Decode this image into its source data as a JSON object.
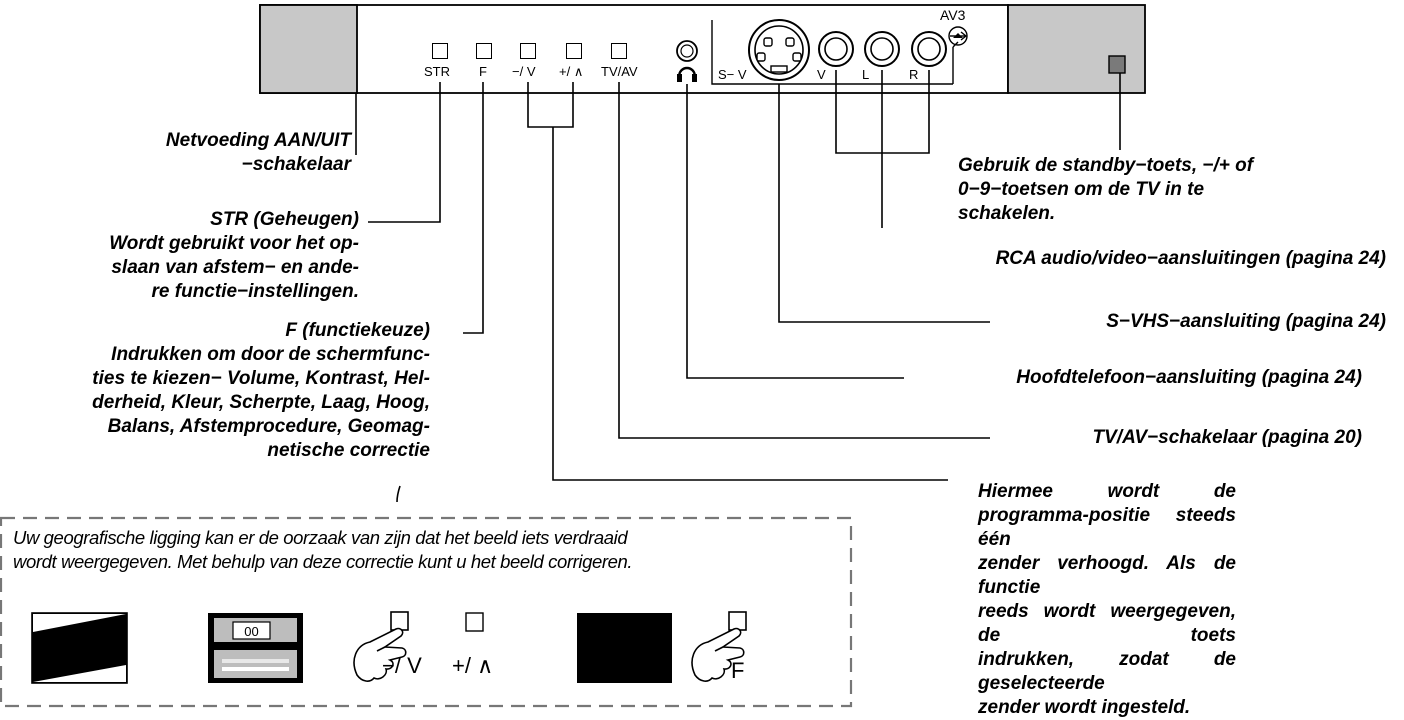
{
  "panel": {
    "buttons": [
      {
        "id": "str",
        "label": "STR"
      },
      {
        "id": "f",
        "label": "F"
      },
      {
        "id": "minus",
        "label": "−/ V"
      },
      {
        "id": "plus",
        "label": "+/ ∧"
      },
      {
        "id": "tvav",
        "label": "TV/AV"
      }
    ],
    "jacks": {
      "svideo": "S− V",
      "v": "V",
      "l": "L",
      "r": "R",
      "av3": "AV3"
    }
  },
  "callouts": {
    "power": [
      "Netvoeding AAN/UIT",
      "−schakelaar"
    ],
    "str": [
      "STR (Geheugen)",
      "Wordt gebruikt voor het op-",
      "slaan van afstem− en ande-",
      "re functie−instellingen."
    ],
    "f": [
      "F (functiekeuze)",
      "Indrukken om door de schermfunc-",
      "ties te kiezen− Volume, Kontrast, Hel-",
      "derheid, Kleur, Scherpte, Laag, Hoog,",
      "Balans, Afstemprocedure, Geomag-",
      "netische correctie"
    ],
    "standby": [
      "Gebruik de standby−toets, −/+ of",
      "0−9−toetsen om de TV in te",
      "schakelen."
    ],
    "rca": "RCA audio/video−aansluitingen (pagina 24)",
    "svhs": "S−VHS−aansluiting (pagina 24)",
    "headphone": "Hoofdtelefoon−aansluiting (pagina 24)",
    "tvav": "TV/AV−schakelaar (pagina 20)",
    "program": [
      "Hiermee wordt de",
      "programma-positie steeds één",
      "zender verhoogd. Als de functie",
      "reeds wordt weergegeven, de toets",
      "indrukken, zodat de geselecteerde",
      "zender wordt ingesteld."
    ]
  },
  "note": {
    "lines": [
      "Uw geografische ligging kan er de oorzaak van zijn dat het beeld iets verdraaid",
      "wordt weergegeven. Met behulp van deze correctie kunt u het beeld corrigeren."
    ],
    "osd_value": "00",
    "step_minus": "−/ V",
    "step_plus": "+/ ∧",
    "step_f": "F"
  }
}
